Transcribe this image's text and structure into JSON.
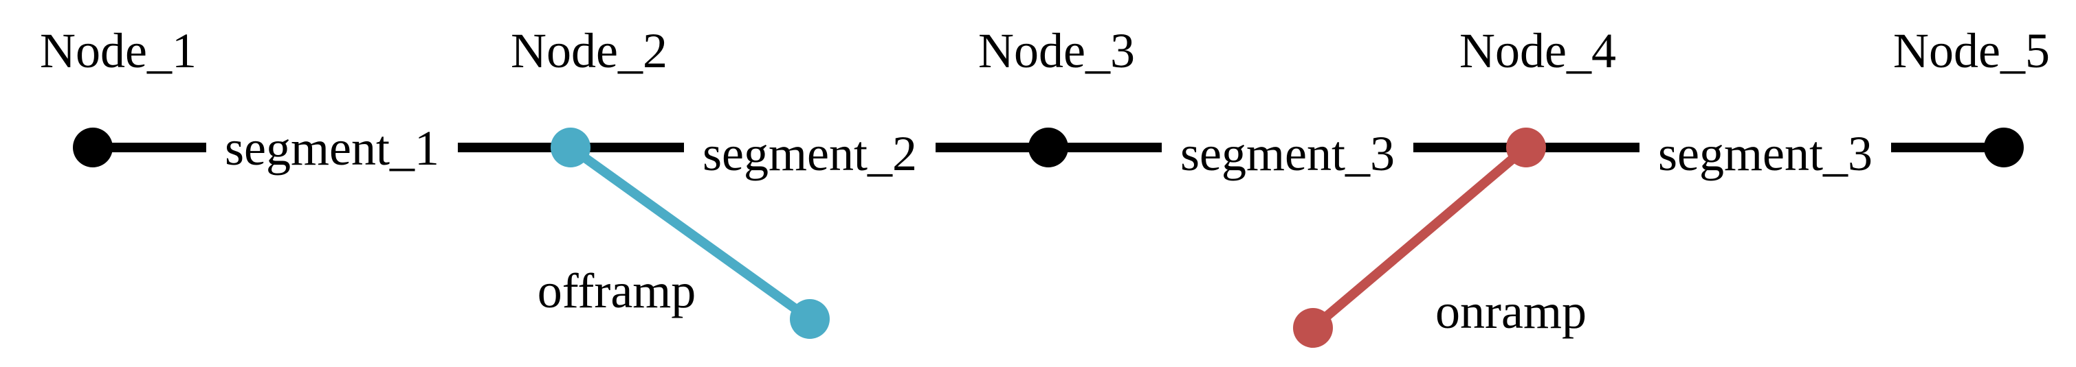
{
  "colors": {
    "main_line": "#000000",
    "offramp": "#4bacc6",
    "onramp": "#c0504d",
    "background": "#ffffff"
  },
  "nodes": [
    {
      "label": "Node_1"
    },
    {
      "label": "Node_2"
    },
    {
      "label": "Node_3"
    },
    {
      "label": "Node_4"
    },
    {
      "label": "Node_5"
    }
  ],
  "segments": [
    {
      "label": "segment_1"
    },
    {
      "label": "segment_2"
    },
    {
      "label": "segment_3"
    },
    {
      "label": "segment_3"
    }
  ],
  "ramps": {
    "offramp": {
      "label": "offramp"
    },
    "onramp": {
      "label": "onramp"
    }
  }
}
